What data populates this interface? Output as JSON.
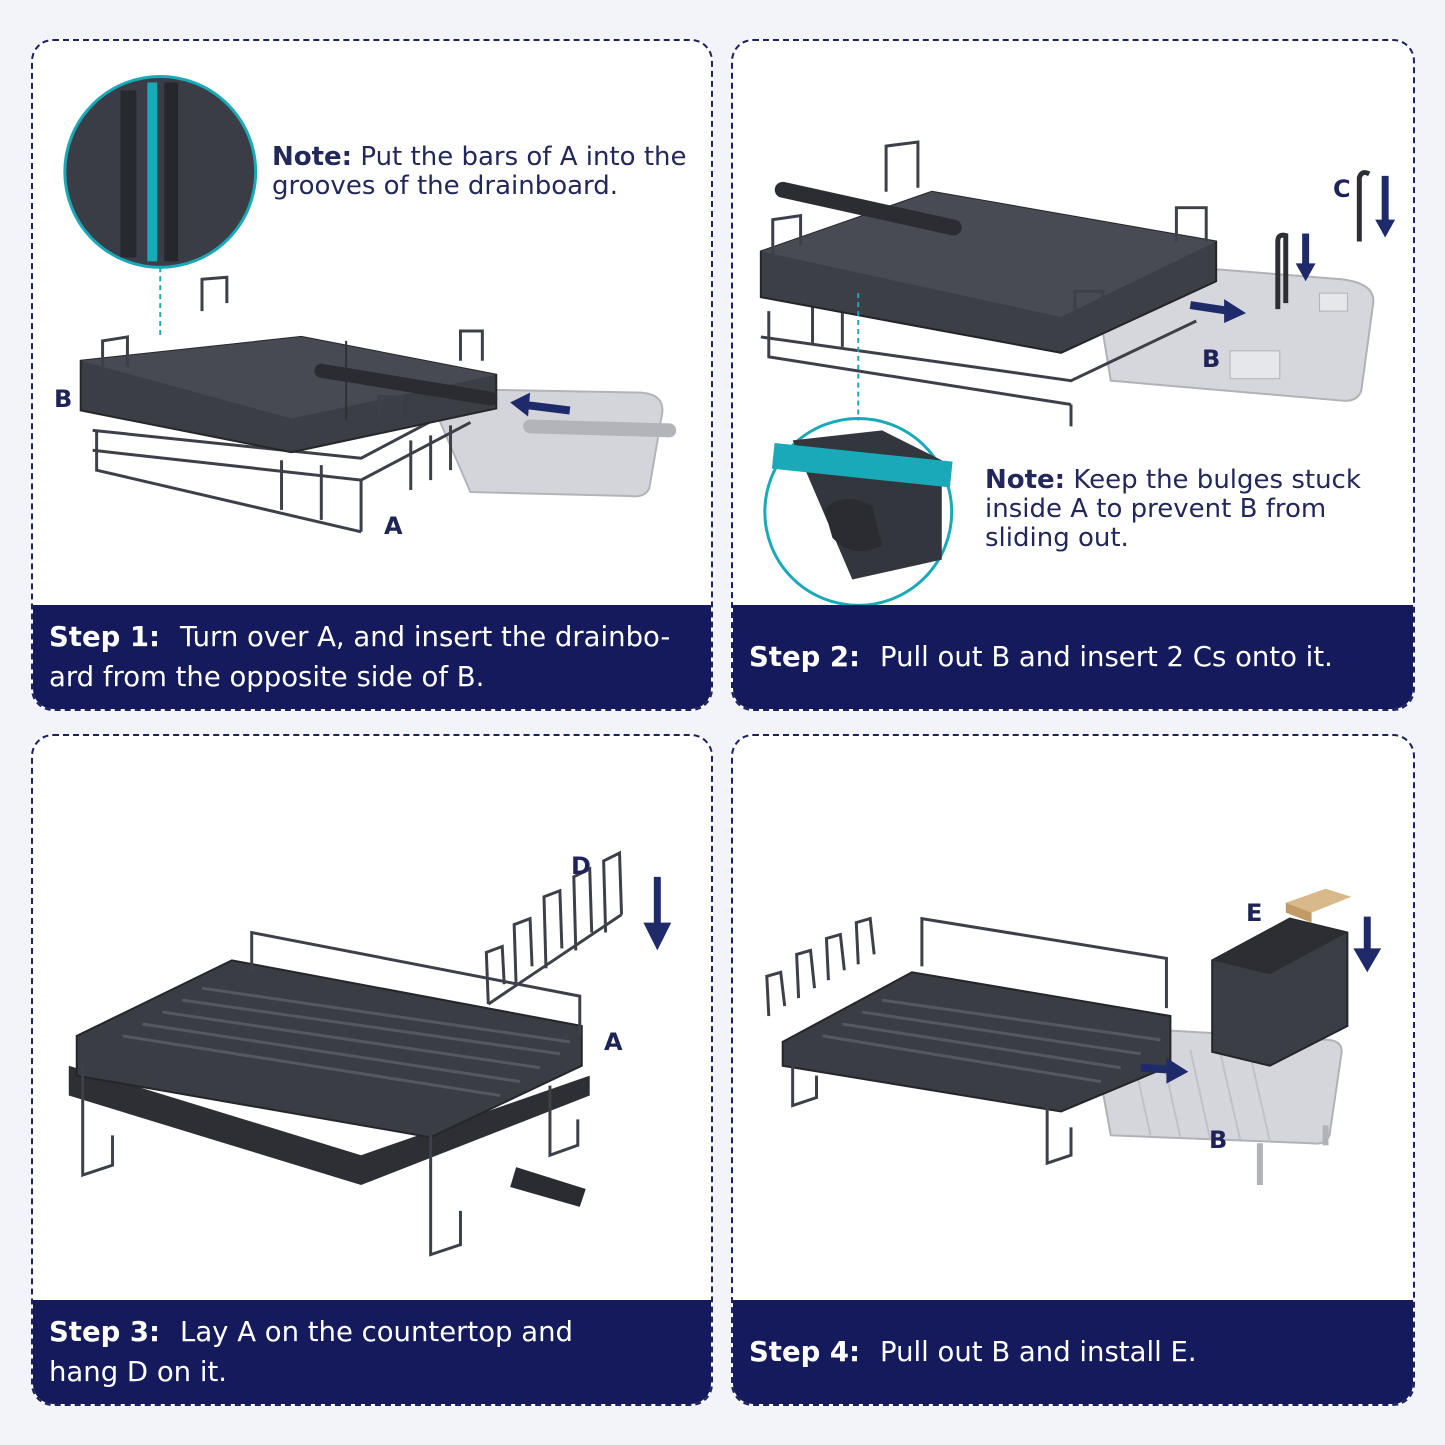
{
  "steps": [
    {
      "label": "Step 1:",
      "text": "Turn over A, and insert the drainbo-ard from the opposite side of B.",
      "line1": "Turn over A, and insert the drainbo-",
      "line2": "ard from the opposite side of B.",
      "note_label": "Note:",
      "note_text": "Put the bars of A into the grooves of the drainboard.",
      "letters": [
        "B",
        "A"
      ]
    },
    {
      "label": "Step 2:",
      "text": "Pull out B and insert 2 Cs onto it.",
      "note_label": "Note:",
      "note_text": "Keep the bulges stuck inside A to prevent B from sliding out.",
      "letters": [
        "C",
        "B"
      ]
    },
    {
      "label": "Step 3:",
      "text": "Lay A on the countertop and hang D on it.",
      "line1": "Lay A on the countertop and",
      "line2": "hang D on it.",
      "letters": [
        "D",
        "A"
      ]
    },
    {
      "label": "Step 4:",
      "text": "Pull out B and install E.",
      "letters": [
        "E",
        "B"
      ]
    }
  ],
  "colors": {
    "navy": "#141a5c",
    "rack": "#3a3d44",
    "tray": "#c9cbd0",
    "teal": "#1aa9b8",
    "arrow": "#1f2a6b"
  }
}
